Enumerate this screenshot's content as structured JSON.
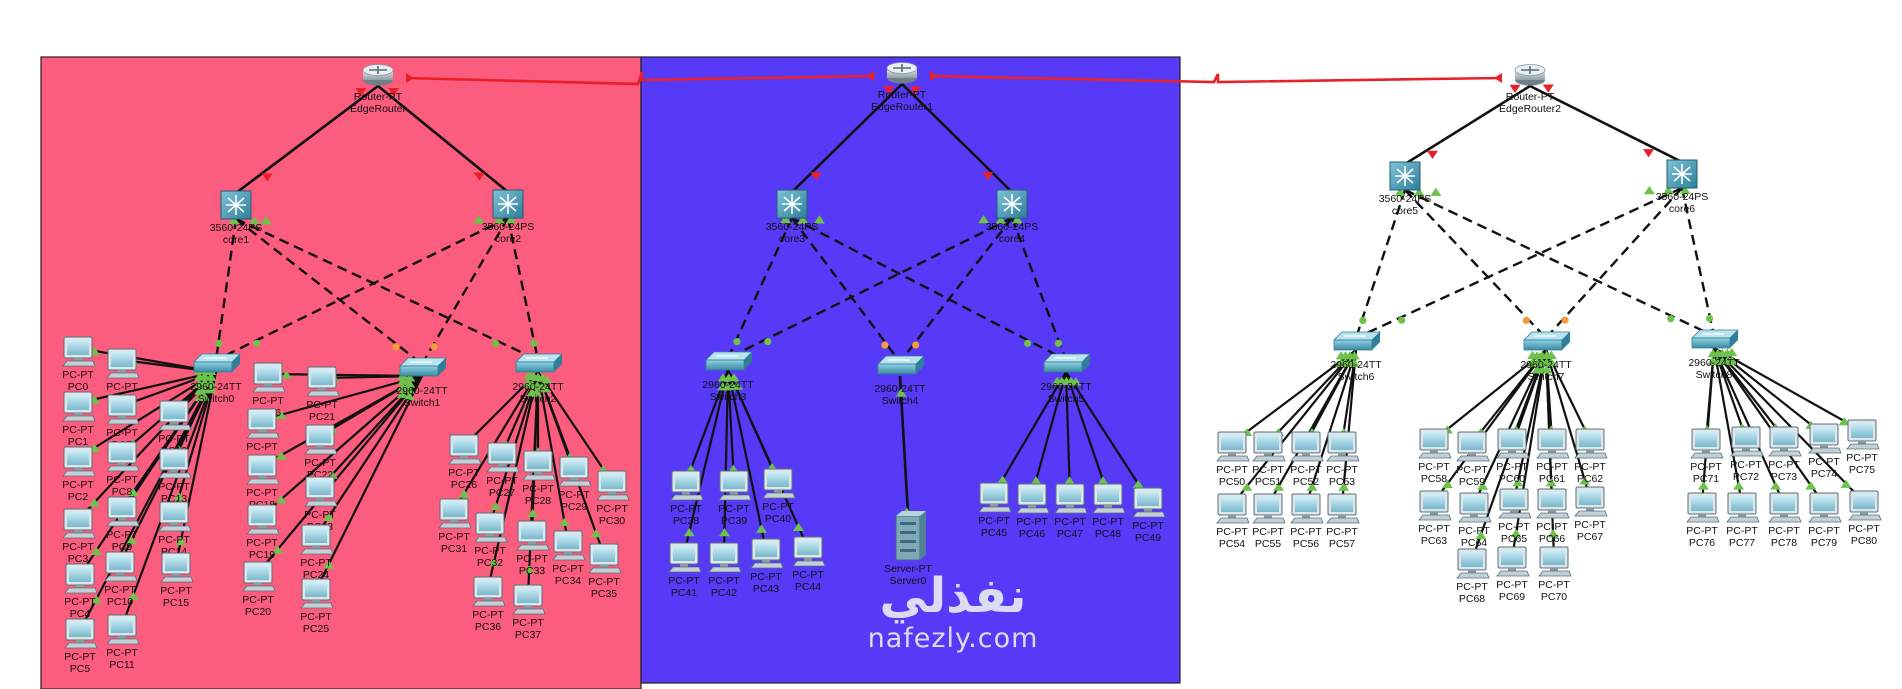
{
  "zones": [
    {
      "name": "zone-left",
      "color": "#fc5c7d"
    },
    {
      "name": "zone-middle",
      "color": "#563af7"
    }
  ],
  "colors": {
    "wan_link": "#e8202a",
    "cable": "#111111",
    "link_up": "#6cc24a",
    "link_blocking": "#f39c3c"
  },
  "devices": [
    {
      "id": "EdgeRouter",
      "type": "router",
      "label": [
        "Router-PT",
        "EdgeRouter"
      ]
    },
    {
      "id": "EdgeRouter1",
      "type": "router",
      "label": [
        "Router-PT",
        "EdgeRouter1"
      ]
    },
    {
      "id": "EdgeRouter2",
      "type": "router",
      "label": [
        "Router-PT",
        "EdgeRouter2"
      ]
    },
    {
      "id": "core1",
      "type": "l3switch",
      "label": [
        "3560-24PS",
        "core1"
      ]
    },
    {
      "id": "core2",
      "type": "l3switch",
      "label": [
        "3560-24PS",
        "core2"
      ]
    },
    {
      "id": "core3",
      "type": "l3switch",
      "label": [
        "3560-24PS",
        "core3"
      ]
    },
    {
      "id": "core4",
      "type": "l3switch",
      "label": [
        "3560-24PS",
        "core4"
      ]
    },
    {
      "id": "core5",
      "type": "l3switch",
      "label": [
        "3560-24PS",
        "core5"
      ]
    },
    {
      "id": "core6",
      "type": "l3switch",
      "label": [
        "3560-24PS",
        "core6"
      ]
    },
    {
      "id": "Switch0",
      "type": "switch",
      "label": [
        "2960-24TT",
        "Switch0"
      ]
    },
    {
      "id": "Switch1",
      "type": "switch",
      "label": [
        "2960-24TT",
        "Switch1"
      ]
    },
    {
      "id": "Switch2",
      "type": "switch",
      "label": [
        "2960-24TT",
        "Switch2"
      ]
    },
    {
      "id": "Switch3",
      "type": "switch",
      "label": [
        "2960-24TT",
        "Switch3"
      ]
    },
    {
      "id": "Switch4",
      "type": "switch",
      "label": [
        "2960-24TT",
        "Switch4"
      ]
    },
    {
      "id": "Switch5",
      "type": "switch",
      "label": [
        "2960-24TT",
        "Switch5"
      ]
    },
    {
      "id": "Switch6",
      "type": "switch",
      "label": [
        "2960-24TT",
        "Switch6"
      ]
    },
    {
      "id": "Switch7",
      "type": "switch",
      "label": [
        "2960-24TT",
        "Switch7"
      ]
    },
    {
      "id": "Switch8",
      "type": "switch",
      "label": [
        "2960-24TT",
        "Switch8"
      ]
    },
    {
      "id": "Server0",
      "type": "server",
      "label": [
        "Server-PT",
        "Server0"
      ]
    }
  ],
  "pc_label": "PC-PT",
  "pcs": [
    {
      "sw": "Switch0",
      "names": [
        "PC0",
        "PC1",
        "PC2",
        "PC3",
        "PC4",
        "PC5",
        "PC6",
        "PC7",
        "PC8",
        "PC9",
        "PC10",
        "PC11",
        "PC12",
        "PC13",
        "PC14",
        "PC15"
      ]
    },
    {
      "sw": "Switch1",
      "names": [
        "PC16",
        "PC17",
        "PC18",
        "PC19",
        "PC20",
        "PC21",
        "PC22",
        "PC23",
        "PC24",
        "PC25"
      ]
    },
    {
      "sw": "Switch2",
      "names": [
        "PC26",
        "PC27",
        "PC28",
        "PC29",
        "PC30",
        "PC31",
        "PC32",
        "PC33",
        "PC34",
        "PC35",
        "PC36",
        "PC37"
      ]
    },
    {
      "sw": "Switch3",
      "names": [
        "PC38",
        "PC39",
        "PC40",
        "PC41",
        "PC42",
        "PC43",
        "PC44"
      ]
    },
    {
      "sw": "Switch5",
      "names": [
        "PC45",
        "PC46",
        "PC47",
        "PC48",
        "PC49"
      ]
    },
    {
      "sw": "Switch6",
      "names": [
        "PC50",
        "PC51",
        "PC52",
        "PC53",
        "PC54",
        "PC55",
        "PC56",
        "PC57"
      ]
    },
    {
      "sw": "Switch7",
      "names": [
        "PC58",
        "PC59",
        "PC60",
        "PC61",
        "PC62",
        "PC63",
        "PC64",
        "PC65",
        "PC66",
        "PC67",
        "PC68",
        "PC69",
        "PC70"
      ]
    },
    {
      "sw": "Switch8",
      "names": [
        "PC71",
        "PC72",
        "PC73",
        "PC74",
        "PC75",
        "PC76",
        "PC77",
        "PC78",
        "PC79",
        "PC80"
      ]
    }
  ],
  "links": {
    "wan": [
      [
        "EdgeRouter",
        "EdgeRouter1"
      ],
      [
        "EdgeRouter1",
        "EdgeRouter2"
      ]
    ],
    "router_core": [
      [
        "EdgeRouter",
        "core1"
      ],
      [
        "EdgeRouter",
        "core2"
      ],
      [
        "EdgeRouter1",
        "core3"
      ],
      [
        "EdgeRouter1",
        "core4"
      ],
      [
        "EdgeRouter2",
        "core5"
      ],
      [
        "EdgeRouter2",
        "core6"
      ]
    ],
    "core_access": [
      [
        "core1",
        "Switch0"
      ],
      [
        "core1",
        "Switch1"
      ],
      [
        "core1",
        "Switch2"
      ],
      [
        "core2",
        "Switch0"
      ],
      [
        "core2",
        "Switch1"
      ],
      [
        "core2",
        "Switch2"
      ],
      [
        "core3",
        "Switch3"
      ],
      [
        "core3",
        "Switch4"
      ],
      [
        "core3",
        "Switch5"
      ],
      [
        "core4",
        "Switch3"
      ],
      [
        "core4",
        "Switch4"
      ],
      [
        "core4",
        "Switch5"
      ],
      [
        "core5",
        "Switch6"
      ],
      [
        "core5",
        "Switch7"
      ],
      [
        "core5",
        "Switch8"
      ],
      [
        "core6",
        "Switch6"
      ],
      [
        "core6",
        "Switch7"
      ],
      [
        "core6",
        "Switch8"
      ]
    ],
    "server": [
      [
        "Switch4",
        "Server0"
      ]
    ]
  },
  "watermark": {
    "arabic": "نفذلي",
    "latin": "nafezly.com"
  }
}
